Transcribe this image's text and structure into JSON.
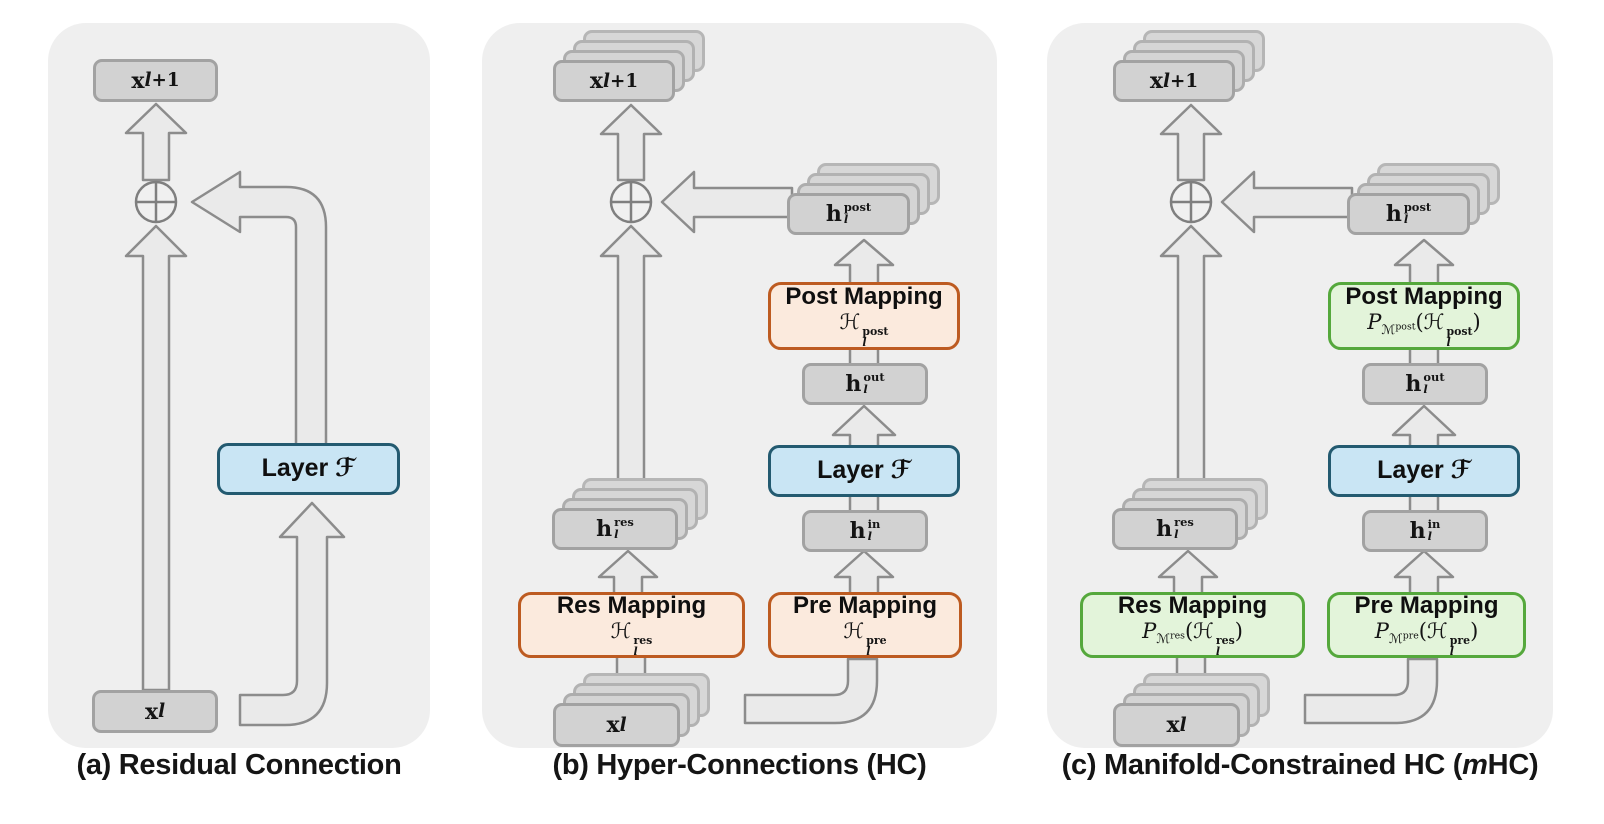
{
  "colors": {
    "panel_bg": "#efefef",
    "gray_box_fill": "#d2d2d2",
    "gray_box_border": "#a2a2a2",
    "blue_fill": "#c9e5f4",
    "blue_border": "#235a70",
    "orange_fill": "#fbeadd",
    "orange_border": "#bd5b21",
    "green_fill": "#e3f4da",
    "green_border": "#55a83c",
    "arrow_fill": "#eaeaea",
    "arrow_stroke": "#8c8c8c"
  },
  "icons": {
    "sum_operator": "circle-plus (⊕)"
  },
  "panels": {
    "a": {
      "caption": "(a) Residual Connection",
      "x_out": "x<sub><i>l</i>+1</sub>",
      "x_in": "x<sub><i>l</i></sub>",
      "layer_label": "Layer ℱ"
    },
    "b": {
      "caption": "(b) Hyper-Connections (HC)",
      "x_out": "x<sub><i>l</i>+1</sub>",
      "x_in": "x<sub><i>l</i></sub>",
      "h_post": "h<span class=ss><span>post</span><span><i>l</i></span></span>",
      "h_out": "h<span class=ss><span>out</span><span><i>l</i></span></span>",
      "h_in": "h<span class=ss><span>in</span><span><i>l</i></span></span>",
      "h_res": "h<span class=ss><span>res</span><span><i>l</i></span></span>",
      "layer_label": "Layer ℱ",
      "post_mapping": {
        "title": "Post Mapping",
        "math": "ℋ<span class=ss><span>post</span><span><i>l</i></span></span>"
      },
      "res_mapping": {
        "title": "Res Mapping",
        "math": "ℋ<span class=ss><span>res</span><span><i>l</i></span></span>"
      },
      "pre_mapping": {
        "title": "Pre Mapping",
        "math": "ℋ<span class=ss><span>pre</span><span><i>l</i></span></span>"
      }
    },
    "c": {
      "caption": "(c) Manifold-Constrained HC (<i>m</i>HC)",
      "x_out": "x<sub><i>l</i>+1</sub>",
      "x_in": "x<sub><i>l</i></sub>",
      "h_post": "h<span class=ss><span>post</span><span><i>l</i></span></span>",
      "h_out": "h<span class=ss><span>out</span><span><i>l</i></span></span>",
      "h_in": "h<span class=ss><span>in</span><span><i>l</i></span></span>",
      "h_res": "h<span class=ss><span>res</span><span><i>l</i></span></span>",
      "layer_label": "Layer ℱ",
      "post_mapping": {
        "title": "Post Mapping",
        "math": "<i class=cal>P</i><sub>ℳ<sup>post</sup></sub>(ℋ<span class=ss><span>post</span><span><i>l</i></span></span>)"
      },
      "res_mapping": {
        "title": "Res Mapping",
        "math": "<i class=cal>P</i><sub>ℳ<sup>res</sup></sub>(ℋ<span class=ss><span>res</span><span><i>l</i></span></span>)"
      },
      "pre_mapping": {
        "title": "Pre Mapping",
        "math": "<i class=cal>P</i><sub>ℳ<sup>pre</sup></sub>(ℋ<span class=ss><span>pre</span><span><i>l</i></span></span>)"
      }
    }
  }
}
